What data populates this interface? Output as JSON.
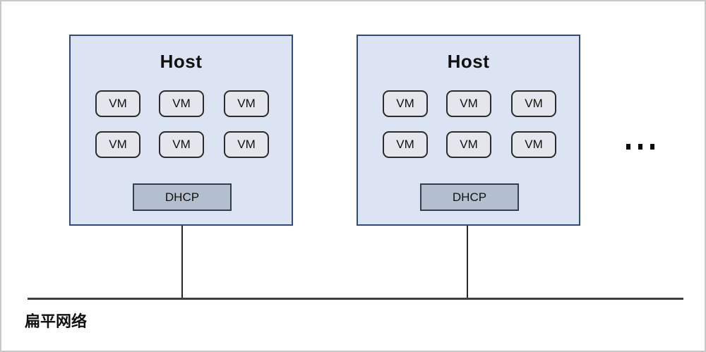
{
  "diagram": {
    "hosts": [
      {
        "title": "Host",
        "vms": [
          "VM",
          "VM",
          "VM",
          "VM",
          "VM",
          "VM"
        ],
        "dhcp_label": "DHCP"
      },
      {
        "title": "Host",
        "vms": [
          "VM",
          "VM",
          "VM",
          "VM",
          "VM",
          "VM"
        ],
        "dhcp_label": "DHCP"
      }
    ],
    "ellipsis_icon": "more-hosts-ellipsis",
    "network_label": "扁平网络",
    "colors": {
      "host_fill": "#dce3f2",
      "host_border": "#2f4a7c",
      "vm_fill": "#e3e6ec",
      "vm_border": "#2b2b2b",
      "dhcp_fill": "#b3bfce",
      "dhcp_border": "#333f4e",
      "connector_line": "#2a2a2a",
      "network_line": "#3f3f3f",
      "frame_border": "#c9c9c9",
      "text": "#111111"
    }
  }
}
